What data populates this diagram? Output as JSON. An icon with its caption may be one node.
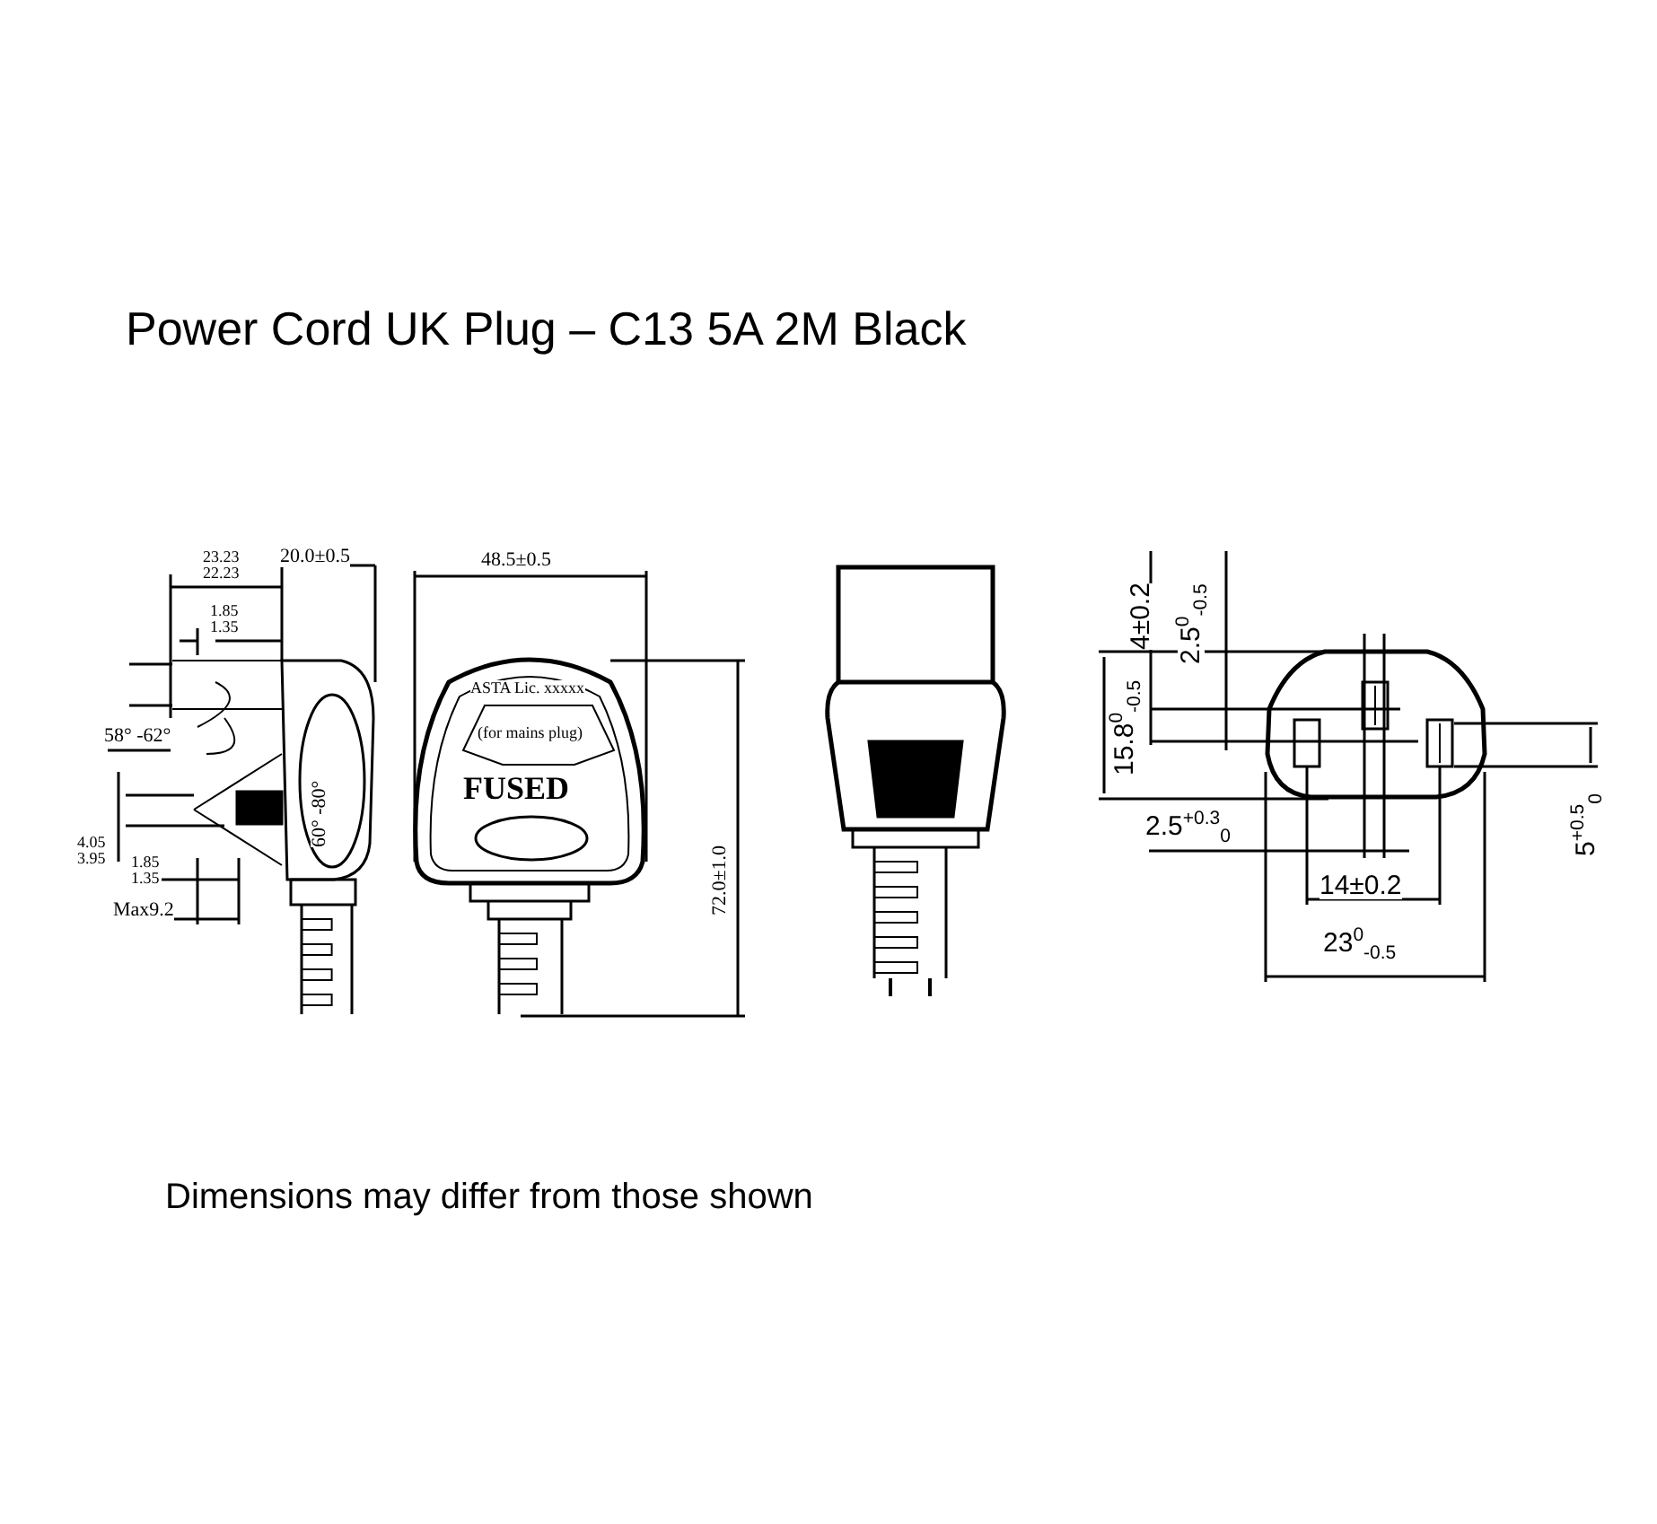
{
  "diagram": {
    "title": "Power Cord UK Plug – C13 5A 2M Black",
    "caption": "Dimensions may differ from those shown",
    "labels": [
      "23.23",
      "22.23",
      "20.0±0.5",
      "48.5±0.5",
      "4±0.2",
      "2.5$^{0}$$_{-0.5}$",
      "1.85",
      "1.35",
      "15.8$^{0}$$_{-0.5}$",
      "58° -62°",
      "60° -80°",
      "ASTA Lic. xxxxx",
      "(for mains plug)",
      "FUSED",
      "72.0±1.0",
      "5$^{+0.5}$$_{0}$",
      "2.5$^{+0.3}$$_{0}$",
      "14±0.2",
      "4.05",
      "3.95",
      "1.85",
      "1.35",
      "Max9.2",
      "23$^{0}$$_{-0.5}$"
    ]
  }
}
